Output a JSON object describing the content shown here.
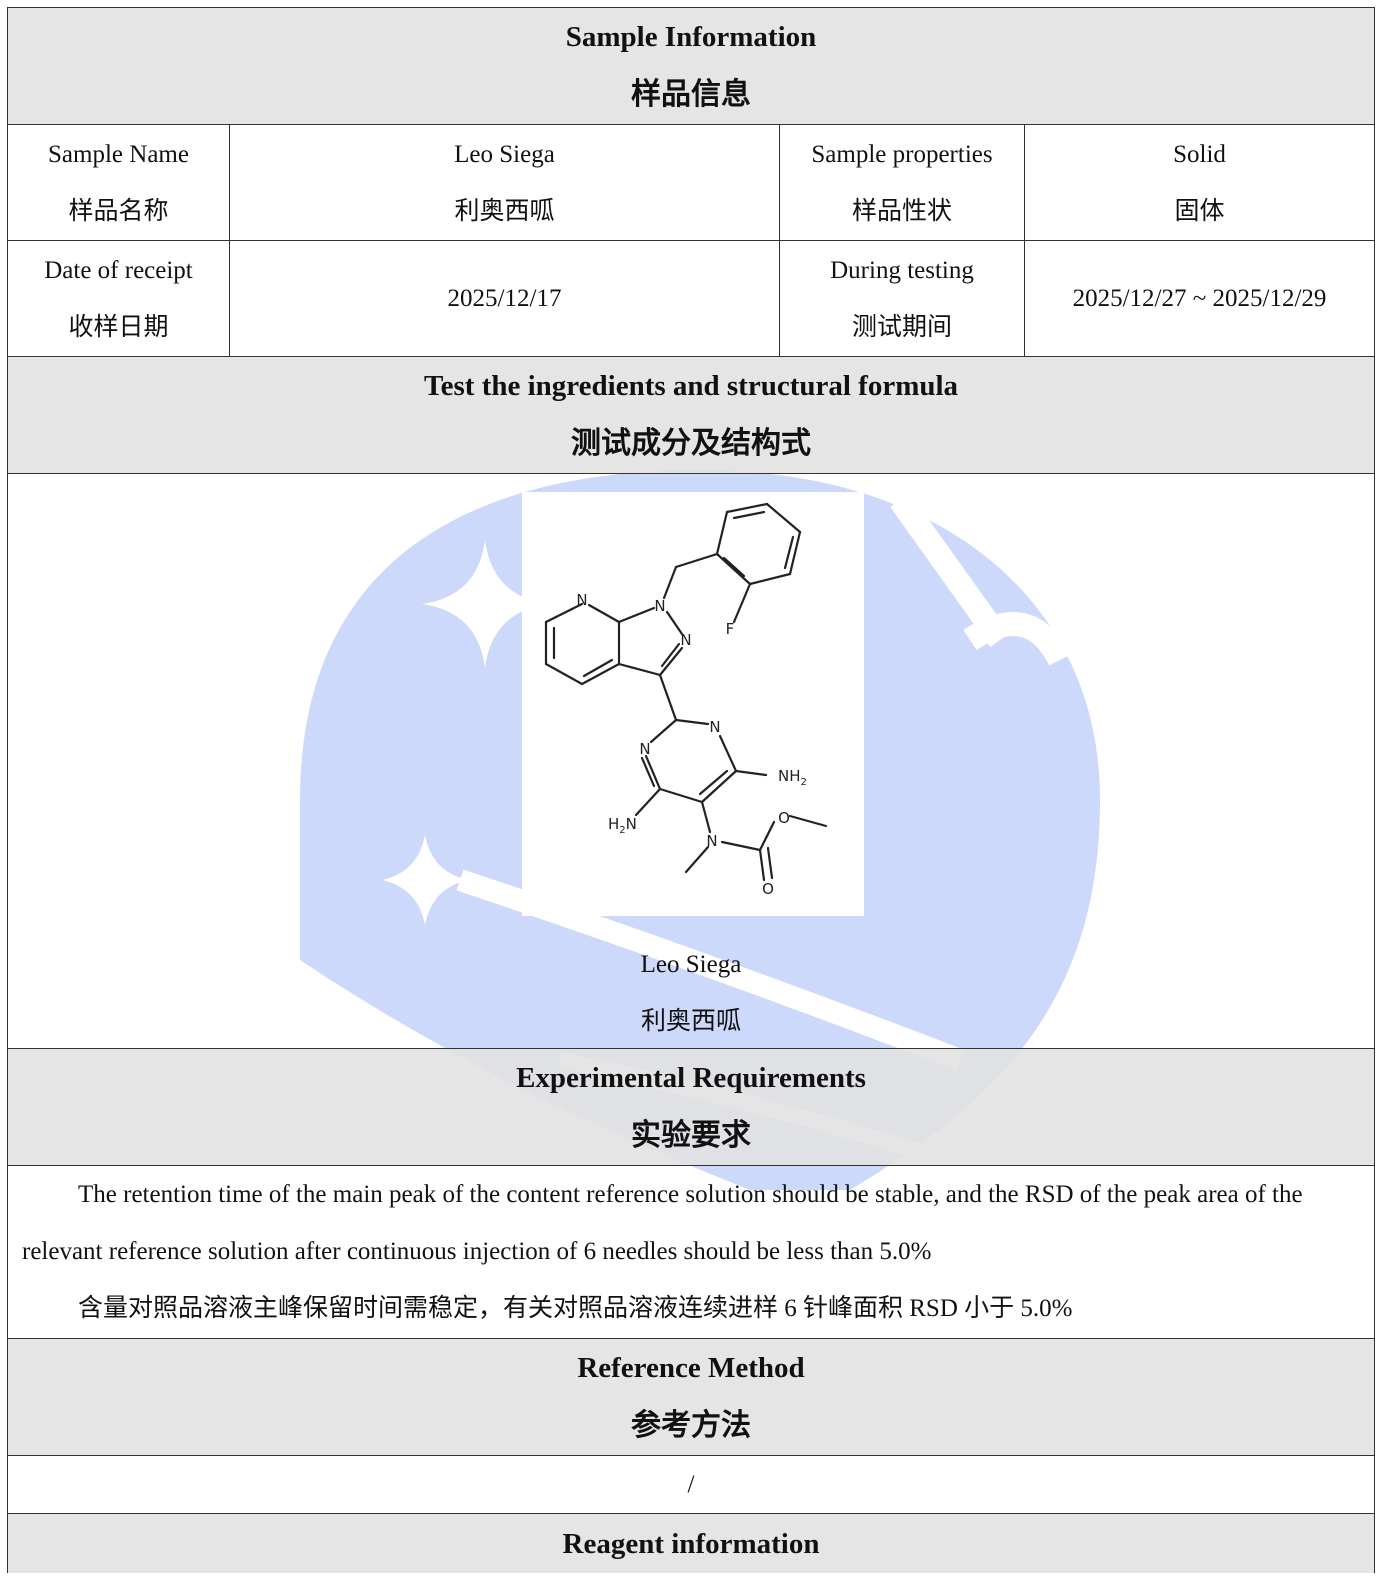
{
  "sample_info": {
    "title_en": "Sample Information",
    "title_zh": "样品信息",
    "name_label_en": "Sample Name",
    "name_label_zh": "样品名称",
    "name_value_en": "Leo Siega",
    "name_value_zh": "利奥西呱",
    "props_label_en": "Sample properties",
    "props_label_zh": "样品性状",
    "props_value_en": "Solid",
    "props_value_zh": "固体",
    "receipt_label_en": "Date of receipt",
    "receipt_label_zh": "收样日期",
    "receipt_value": "2025/12/17",
    "testing_label_en": "During testing",
    "testing_label_zh": "测试期间",
    "testing_value": "2025/12/27 ~ 2025/12/29"
  },
  "structure": {
    "title_en": "Test the ingredients and structural formula",
    "title_zh": "测试成分及结构式",
    "caption_en": "Leo Siega",
    "caption_zh": "利奥西呱",
    "atoms": {
      "n": "N",
      "f": "F",
      "o": "O",
      "nh2": "NH",
      "nh2_sub": "2",
      "h2n_h": "H",
      "h2n_sub": "2",
      "h2n_n": "N"
    }
  },
  "requirements": {
    "title_en": "Experimental Requirements",
    "title_zh": "实验要求",
    "text_en": "The retention time of the main peak of the content reference solution should be stable, and the RSD of the peak area of the relevant reference solution after continuous injection of 6 needles should be less than 5.0%",
    "text_zh": "含量对照品溶液主峰保留时间需稳定，有关对照品溶液连续进样 6 针峰面积 RSD 小于 5.0%"
  },
  "reference": {
    "title_en": "Reference Method",
    "title_zh": "参考方法",
    "value": "/"
  },
  "reagent": {
    "title_en": "Reagent information"
  },
  "colors": {
    "watermark": "#cdd9fb",
    "header_bg": "#e1e1e1",
    "border": "#333333"
  }
}
